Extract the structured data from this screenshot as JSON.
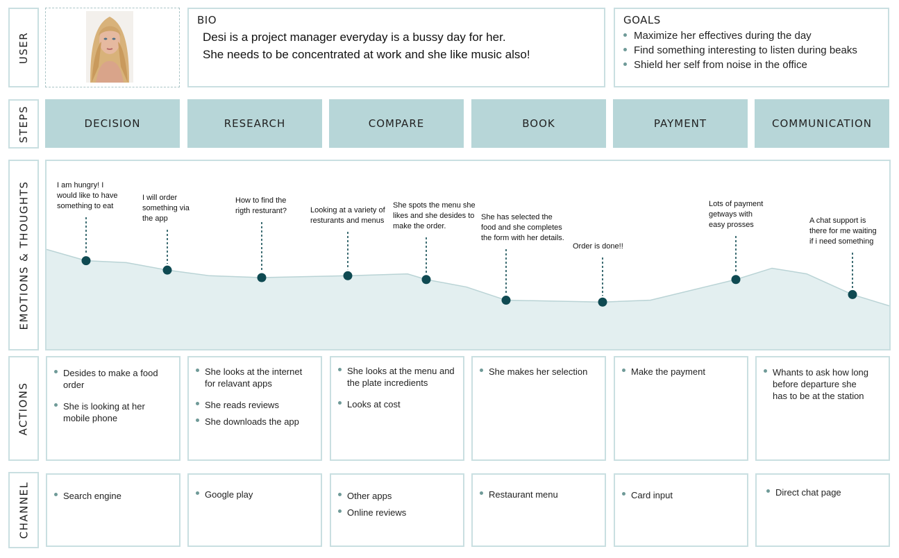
{
  "row_labels": {
    "user": "USER",
    "steps": "STEPS",
    "emotions": "EMOTIONS & THOUGHTS",
    "actions": "ACTIONS",
    "channel": "CHANNEL"
  },
  "bio": {
    "title": "BIO",
    "lines": [
      "Desi is a project manager everyday is a bussy day for her.",
      "She needs to be concentrated at work and she like music also!"
    ]
  },
  "goals": {
    "title": "GOALS",
    "items": [
      "Maximize her effectives during the day",
      "Find something interesting to listen during beaks",
      "Shield her self from noise in the office"
    ]
  },
  "steps": [
    "DECISION",
    "RESEARCH",
    "COMPARE",
    "BOOK",
    "PAYMENT",
    "COMMUNICATION"
  ],
  "emotions": [
    {
      "text": "I am hungry! I\nwould like to have\nsomething to eat",
      "level": 0.47
    },
    {
      "text": "I will order\nsomething via\nthe app",
      "level": 0.42
    },
    {
      "text": "How to find the\nrigth resturant?",
      "level": 0.38
    },
    {
      "text": "Looking at a variety of\nresturants and menus",
      "level": 0.39
    },
    {
      "text": "She spots the menu she\nlikes and she desides to\nmake the order.",
      "level": 0.37
    },
    {
      "text": "She has selected the\nfood and she completes\nthe form with her details.",
      "level": 0.26
    },
    {
      "text": "Order is done!!",
      "level": 0.25
    },
    {
      "text": "Lots of payment\ngetways with\neasy prosses",
      "level": 0.37
    },
    {
      "text": "A chat support is\nthere for me waiting\nif i need something",
      "level": 0.29
    }
  ],
  "actions": [
    [
      "Desides to make a food\norder",
      "She is looking at her\nmobile phone"
    ],
    [
      "She looks at the internet\nfor relavant apps",
      "She reads reviews",
      "She downloads the app"
    ],
    [
      "She looks at the menu and\nthe plate incredients",
      "Looks at cost"
    ],
    [
      "She makes her selection"
    ],
    [
      "Make the payment"
    ],
    [
      "Whants to ask how long\nbefore departure she\nhas to be at the station"
    ]
  ],
  "channels": [
    [
      "Search engine"
    ],
    [
      "Google play"
    ],
    [
      "Other apps",
      "Online reviews"
    ],
    [
      "Restaurant menu"
    ],
    [
      "Card input"
    ],
    [
      "Direct chat page"
    ]
  ],
  "colors": {
    "step_fill": "#b7d6d8",
    "border": "#c9dfe1",
    "curve_fill": "#e3eff0",
    "curve_stroke": "#b9d3d5",
    "point": "#0f4a52"
  }
}
